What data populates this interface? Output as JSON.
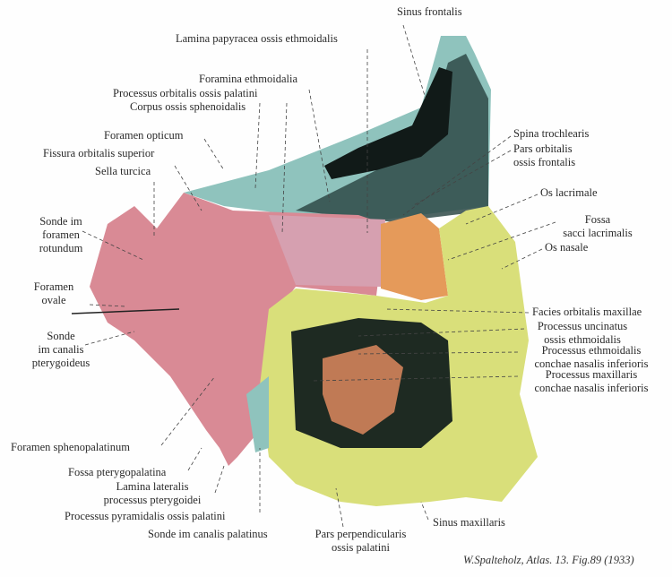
{
  "figure": {
    "credit": "W.Spalteholz, Atlas. 13. Fig.89 (1933)",
    "colors": {
      "frontal": "#8fc3bd",
      "frontal_dark": "#2f4a48",
      "sphenoid": "#d98a95",
      "maxilla": "#d9df7a",
      "lacrimal": "#e59a5a",
      "palatine": "#c07a55",
      "cavity": "#1e2a22"
    },
    "labels": {
      "sinus_frontalis": "Sinus frontalis",
      "lamina_papyracea": "Lamina papyracea ossis ethmoidalis",
      "foramina_ethmoidalia": "Foramina ethmoidalia",
      "processus_orbitalis": "Processus orbitalis ossis palatini",
      "corpus_sphenoidalis": "Corpus ossis sphenoidalis",
      "foramen_opticum": "Foramen opticum",
      "fissura_orbitalis": "Fissura orbitalis superior",
      "sella_turcica": "Sella turcica",
      "sonde_rotundum": [
        "Sonde im",
        "foramen",
        "rotundum"
      ],
      "foramen_ovale": [
        "Foramen",
        "ovale"
      ],
      "sonde_pterygoideus": [
        "Sonde",
        "im canalis",
        "pterygoideus"
      ],
      "foramen_sphenopalatinum": "Foramen sphenopalatinum",
      "fossa_pterygopalatina": "Fossa pterygopalatina",
      "lamina_lateralis": [
        "Lamina lateralis",
        "processus pterygoidei"
      ],
      "processus_pyramidalis": "Processus pyramidalis ossis palatini",
      "sonde_palatinus": "Sonde im canalis palatinus",
      "pars_perpendicularis": [
        "Pars perpendicularis",
        "ossis palatini"
      ],
      "sinus_maxillaris": "Sinus maxillaris",
      "spina_trochlearis": "Spina trochlearis",
      "pars_orbitalis": [
        "Pars orbitalis",
        "ossis frontalis"
      ],
      "os_lacrimale": "Os lacrimale",
      "fossa_sacci": [
        "Fossa",
        "sacci lacrimalis"
      ],
      "os_nasale": "Os nasale",
      "facies_orbitalis": "Facies orbitalis maxillae",
      "processus_uncinatus": [
        "Processus uncinatus",
        "ossis ethmoidalis"
      ],
      "processus_ethmoidalis": [
        "Processus ethmoidalis",
        "conchae nasalis inferioris"
      ],
      "processus_maxillaris": [
        "Processus maxillaris",
        "conchae nasalis inferioris"
      ]
    }
  }
}
